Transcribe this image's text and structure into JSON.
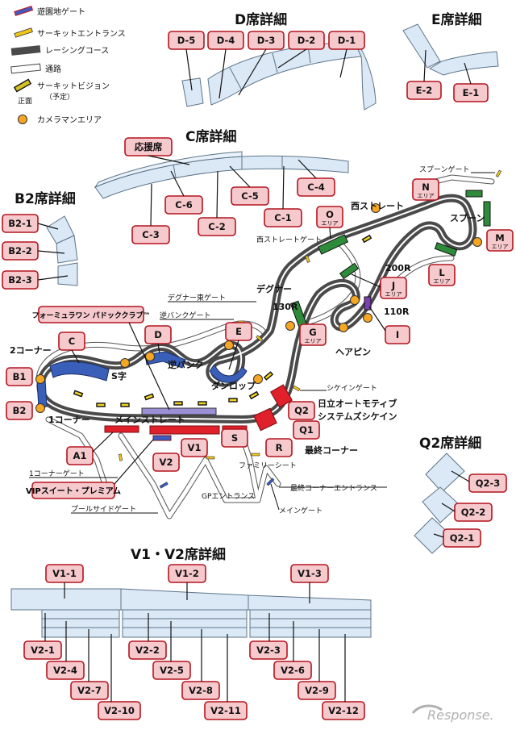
{
  "legend": {
    "items": [
      {
        "key": "amusement_gate",
        "label": "遊園地ゲート",
        "icon": "blue-red-bar-icon",
        "color": "#3a5cc4"
      },
      {
        "key": "circuit_entrance",
        "label": "サーキットエントランス",
        "icon": "yellow-bar-icon",
        "color": "#f0c419"
      },
      {
        "key": "racing_course",
        "label": "レーシングコース",
        "icon": "gray-road-icon",
        "color": "#4a4a4a"
      },
      {
        "key": "passage",
        "label": "通路",
        "icon": "white-path-icon",
        "color": "#ffffff"
      },
      {
        "key": "circuit_vision",
        "label": "サーキットビジョン",
        "note": "（予定）",
        "sub": "正面",
        "icon": "vision-screen-icon",
        "color": "#d6c21e"
      },
      {
        "key": "cameraman_area",
        "label": "カメラマンエリア",
        "icon": "orange-dot-icon",
        "color": "#f5a623"
      }
    ]
  },
  "sections": {
    "d": {
      "title": "D席詳細",
      "tags": [
        "D-5",
        "D-4",
        "D-3",
        "D-2",
        "D-1"
      ]
    },
    "e": {
      "title": "E席詳細",
      "tags": [
        "E-2",
        "E-1"
      ]
    },
    "c": {
      "title": "C席詳細",
      "tags": [
        "応援席",
        "C-6",
        "C-5",
        "C-4",
        "C-3",
        "C-2",
        "C-1"
      ]
    },
    "b2": {
      "title": "B2席詳細",
      "tags": [
        "B2-1",
        "B2-2",
        "B2-3"
      ]
    },
    "q2": {
      "title": "Q2席詳細",
      "tags": [
        "Q2-3",
        "Q2-2",
        "Q2-1"
      ]
    },
    "v": {
      "title": "V1・V2席詳細",
      "v1_tags": [
        "V1-1",
        "V1-2",
        "V1-3"
      ],
      "v2_tags": [
        "V2-1",
        "V2-2",
        "V2-3",
        "V2-4",
        "V2-5",
        "V2-6",
        "V2-7",
        "V2-8",
        "V2-9",
        "V2-10",
        "V2-11",
        "V2-12"
      ]
    }
  },
  "circuit": {
    "seat_tags": {
      "n": "N",
      "o": "O",
      "m": "M",
      "l": "L",
      "j": "J",
      "g": "G",
      "i": "I",
      "area": "エリア",
      "f1_club": "フォーミュラワン パドッククラブ™",
      "c": "C",
      "d": "D",
      "e": "E",
      "b1": "B1",
      "b2": "B2",
      "q2": "Q2",
      "q1": "Q1",
      "r": "R",
      "s": "S",
      "a1": "A1",
      "v1": "V1",
      "v2": "V2",
      "vip": "VIPスイート・プレミアム"
    },
    "labels": {
      "spoon_gate": "スプーンゲート",
      "west_straight": "西ストレート",
      "spoon": "スプーン",
      "west_straight_gate": "西ストレートゲート",
      "r200": "200R",
      "degner": "デグナー",
      "degner_east_gate": "デグナー東ゲート",
      "reverse_bank_gate": "逆バンクゲート",
      "r130": "130R",
      "r110": "110R",
      "hairpin": "ヘアピン",
      "corner2": "2コーナー",
      "s_curve": "S字",
      "reverse_bank": "逆バンク",
      "dunlop": "ダンロップ",
      "chicane_gate": "シケインゲート",
      "hitachi_line1": "日立オートモティブ",
      "hitachi_line2": "システムズシケイン",
      "corner1": "1コーナー",
      "main_straight": "メインストレート",
      "final_corner": "最終コーナー",
      "corner1_gate": "1コーナーゲート",
      "family_seat": "ファミリーシート",
      "gp_entrance": "GPエントランス",
      "final_corner_entrance": "最終コーナーエントランス",
      "poolside_gate": "プールサイドゲート",
      "main_gate": "メインゲート"
    }
  },
  "watermark": "Response."
}
